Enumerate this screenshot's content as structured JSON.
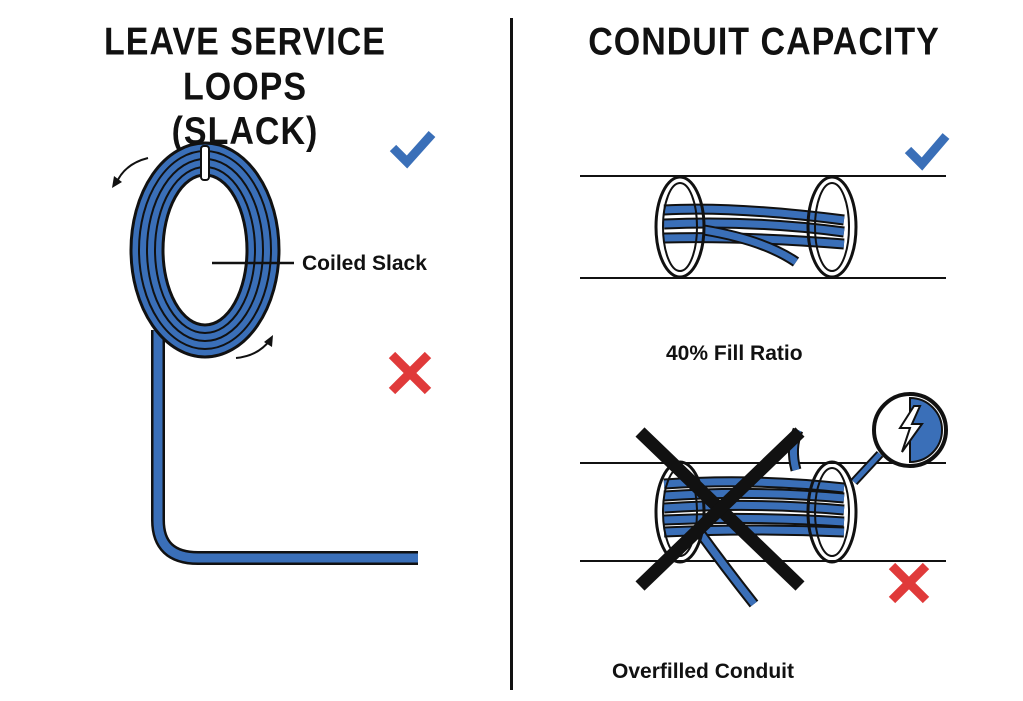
{
  "left": {
    "title_line1": "LEAVE SERVICE LOOPS",
    "title_line2": "(SLACK)",
    "callout": "Coiled Slack"
  },
  "right": {
    "title": "CONDUIT CAPACITY",
    "good_label": "40% Fill Ratio",
    "bad_label": "Overfilled Conduit"
  },
  "colors": {
    "cable_blue": "#3a6fb8",
    "check_blue": "#3a6fb8",
    "cross_red": "#e03a3a",
    "ink": "#111111"
  },
  "icons": [
    "check-icon",
    "cross-icon",
    "magnifier-icon",
    "lightning-icon",
    "rotation-arrow-icon"
  ]
}
